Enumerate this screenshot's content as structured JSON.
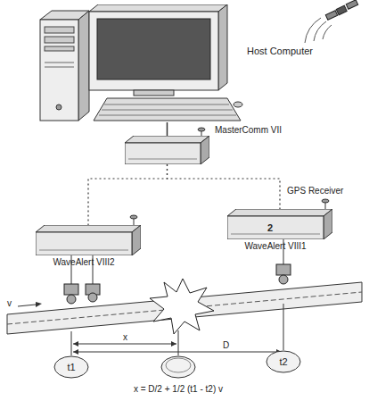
{
  "diagram": {
    "nodes": [
      {
        "text": [
          "Host Computer"
        ]
      },
      {
        "text": [
          "MasterComm VII"
        ]
      },
      {
        "text": [
          "WaveAlert VIII2"
        ]
      },
      {
        "text": [
          "WaveAlert VIII1"
        ]
      },
      {
        "text": [
          "t1"
        ]
      },
      {
        "text": [
          "t2"
        ]
      }
    ],
    "edges": [
      {
        "from": 0,
        "to": 1,
        "arrow": "none"
      },
      {
        "from": 1,
        "to": 2,
        "arrow": "none"
      },
      {
        "from": 1,
        "to": 3,
        "arrow": "none"
      }
    ],
    "labels": [
      "GPS Receiver",
      "2",
      "v",
      "x",
      "D",
      "x = D/2 + 1/2 (t1 - t2) v"
    ]
  }
}
